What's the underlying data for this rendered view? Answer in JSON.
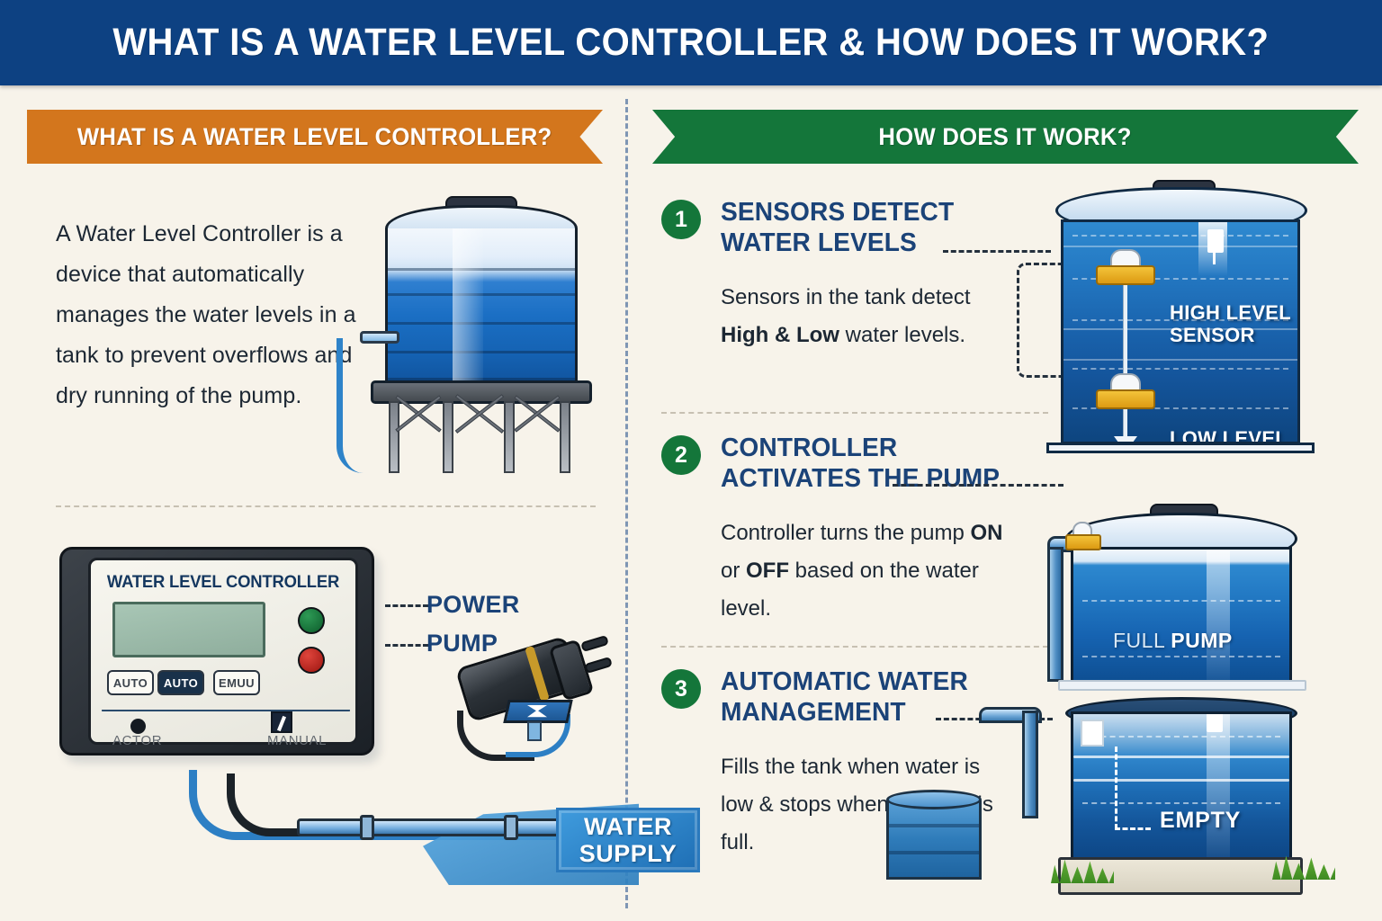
{
  "header": {
    "title": "WHAT IS A WATER LEVEL CONTROLLER & HOW DOES IT WORK?"
  },
  "left_section": {
    "banner": "WHAT IS A WATER LEVEL CONTROLLER?",
    "paragraph": "A Water Level Controller is a device that automatically manages the water levels in a tank to prevent overflows and dry running of the pump.",
    "device": {
      "title": "WATER LEVEL CONTROLLER",
      "button_1": "AUTO",
      "button_2": "AUTO",
      "button_3": "EMUU",
      "sub_left": "ACTOR",
      "sub_right": "MANUAL"
    },
    "callouts": {
      "power": "POWER",
      "pump": "PUMP"
    },
    "supply_badge": {
      "line1": "WATER",
      "line2": "SUPPLY"
    }
  },
  "right_section": {
    "banner": "HOW DOES IT WORK?",
    "steps": [
      {
        "number": "1",
        "heading": "SENSORS DETECT WATER LEVELS",
        "body_before": "Sensors in the tank detect ",
        "body_bold": "High & Low",
        "body_after": " water levels."
      },
      {
        "number": "2",
        "heading": "CONTROLLER ACTIVATES THE PUMP",
        "body_before": "Controller turns the pump ",
        "body_bold": "ON",
        "body_mid": " or ",
        "body_bold2": "OFF",
        "body_after": " based on the water level."
      },
      {
        "number": "3",
        "heading": "AUTOMATIC WATER MANAGEMENT",
        "body_before": "Fills the tank when water is low & stops when the tank is full.",
        "body_bold": "",
        "body_after": ""
      }
    ],
    "tank_labels": {
      "high_level": "HIGH LEVEL SENSOR",
      "low_level": "LOW LEVEL SENSOR",
      "full_thin": "FULL",
      "full_bold": "PUMP",
      "empty": "EMPTY"
    }
  },
  "colors": {
    "title_bar": "#0d4182",
    "background": "#f7f3ea",
    "banner_orange": "#d3761d",
    "banner_green": "#14763a",
    "heading_blue": "#1b4378",
    "body_text": "#1c2733",
    "led_green": "#2e9a55",
    "led_red": "#e0453c",
    "sensor_yellow": "#dc9a12"
  }
}
